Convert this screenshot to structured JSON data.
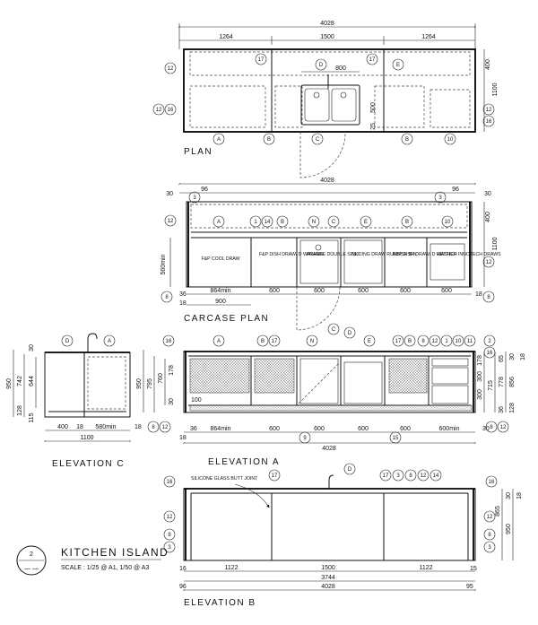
{
  "drawing": {
    "number": "2",
    "title": "KITCHEN ISLAND",
    "scale": "SCALE : 1/25 @ A1,  1/50 @ A3"
  },
  "views": {
    "plan": {
      "title": "PLAN",
      "dims_top": [
        "4028",
        "1264",
        "1500",
        "1264",
        "800"
      ],
      "dims_side": [
        "400",
        "1100",
        "500",
        "25"
      ],
      "tags_top": [
        "17",
        "D",
        "17",
        "E"
      ],
      "tags_left": [
        "12",
        "12",
        "16"
      ],
      "tags_right": [
        "12",
        "16"
      ],
      "tags_bottom": [
        "A",
        "B",
        "C",
        "B",
        "10"
      ]
    },
    "carcase_plan": {
      "title": "CARCASE PLAN",
      "dims_top": [
        "4028",
        "30",
        "96",
        "96",
        "30"
      ],
      "dims_side": [
        "400",
        "1100"
      ],
      "dim_left": "560min",
      "dims_bottom": [
        "864min",
        "600",
        "600",
        "600",
        "600",
        "600",
        "900",
        "36",
        "18",
        "18"
      ],
      "tags_top": [
        "3",
        "3",
        "A",
        "1",
        "14",
        "B",
        "N",
        "C",
        "E",
        "B",
        "10"
      ],
      "tags_side": [
        "12",
        "12",
        "8",
        "8"
      ],
      "labels": [
        "F&P COOL DRAW",
        "F&P DISH DRAW/ D WASHER",
        "FRANKE DOUBLE SINK",
        "SLIDING DRAW RUBBISH BIN",
        "F&P DISH DRAW/ D WASHER",
        "HETTICH INNOTECH DRAWS"
      ]
    },
    "elevation_a": {
      "title": "ELEVATION A",
      "dims_left": [
        "950",
        "795",
        "760",
        "178",
        "100",
        "30"
      ],
      "dims_right": [
        "178",
        "300",
        "300",
        "715",
        "778",
        "856",
        "65",
        "30",
        "18",
        "128",
        "36"
      ],
      "dims_bottom": [
        "864min",
        "600",
        "600",
        "600",
        "600",
        "600min",
        "36",
        "18",
        "30",
        "4028"
      ],
      "tags_top": [
        "A",
        "B",
        "17",
        "N",
        "C",
        "D",
        "E",
        "17",
        "B",
        "8",
        "12",
        "1",
        "10",
        "11",
        "2",
        "16",
        "16"
      ],
      "tags_bottom": [
        "9",
        "15",
        "8",
        "12",
        "8",
        "12"
      ]
    },
    "elevation_b": {
      "title": "ELEVATION B",
      "note": "SILICONE GLASS BUTT JOINT",
      "dims_bottom": [
        "1122",
        "1500",
        "1122",
        "3744",
        "4028",
        "16",
        "15",
        "96",
        "95"
      ],
      "dims_right": [
        "950",
        "865",
        "30",
        "18"
      ],
      "tags_top": [
        "17",
        "D",
        "17",
        "3",
        "8",
        "12",
        "14"
      ],
      "tags_left": [
        "12",
        "8",
        "3",
        "16"
      ],
      "tags_right": [
        "12",
        "8",
        "3",
        "16"
      ]
    },
    "elevation_c": {
      "title": "ELEVATION C",
      "dims_left": [
        "950",
        "742",
        "644",
        "128",
        "115",
        "30"
      ],
      "dims_bottom": [
        "400",
        "580min",
        "1100",
        "18",
        "18"
      ],
      "tags_top": [
        "D",
        "A"
      ]
    }
  }
}
